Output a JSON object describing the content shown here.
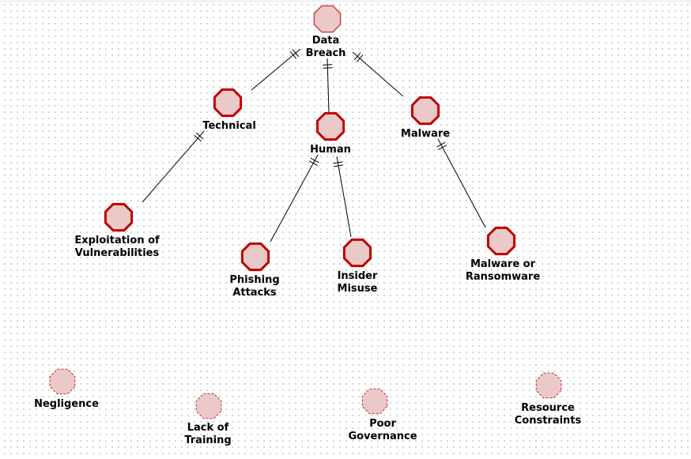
{
  "nodes": [
    {
      "id": "data-breach",
      "label": "Data\nBreach",
      "kind": "root"
    },
    {
      "id": "technical",
      "label": "Technical",
      "kind": "intermediate"
    },
    {
      "id": "human",
      "label": "Human",
      "kind": "intermediate"
    },
    {
      "id": "malware",
      "label": "Malware",
      "kind": "intermediate"
    },
    {
      "id": "exploitation",
      "label": "Exploitation of\nVulnerabilities",
      "kind": "basic"
    },
    {
      "id": "phishing",
      "label": "Phishing\nAttacks",
      "kind": "basic"
    },
    {
      "id": "insider",
      "label": "Insider\nMisuse",
      "kind": "basic"
    },
    {
      "id": "ransomware",
      "label": "Malware or\nRansomware",
      "kind": "basic"
    },
    {
      "id": "negligence",
      "label": "Negligence",
      "kind": "undeveloped"
    },
    {
      "id": "training",
      "label": "Lack of\nTraining",
      "kind": "undeveloped"
    },
    {
      "id": "governance",
      "label": "Poor\nGovernance",
      "kind": "undeveloped"
    },
    {
      "id": "resources",
      "label": "Resource\nConstraints",
      "kind": "undeveloped"
    }
  ],
  "links": [
    {
      "from": "data-breach",
      "to": "technical"
    },
    {
      "from": "data-breach",
      "to": "human"
    },
    {
      "from": "data-breach",
      "to": "malware"
    },
    {
      "from": "technical",
      "to": "exploitation"
    },
    {
      "from": "human",
      "to": "phishing"
    },
    {
      "from": "human",
      "to": "insider"
    },
    {
      "from": "malware",
      "to": "ransomware"
    }
  ],
  "style": {
    "fill": "#ecc9c9",
    "stroke_strong": "#c00000",
    "stroke_light": "#d04040",
    "edge_color": "#000000"
  }
}
